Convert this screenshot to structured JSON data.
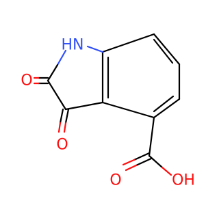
{
  "molecule": {
    "atoms": {
      "nh": {
        "label": "HN",
        "color": "#3050f8"
      },
      "o_left": {
        "label": "O",
        "color": "#ff0d0d"
      },
      "o_bottom": {
        "label": "O",
        "color": "#ff0d0d"
      },
      "o_acid_double": {
        "label": "O",
        "color": "#ff0d0d"
      },
      "oh": {
        "label": "OH",
        "color": "#ff0d0d"
      }
    }
  }
}
